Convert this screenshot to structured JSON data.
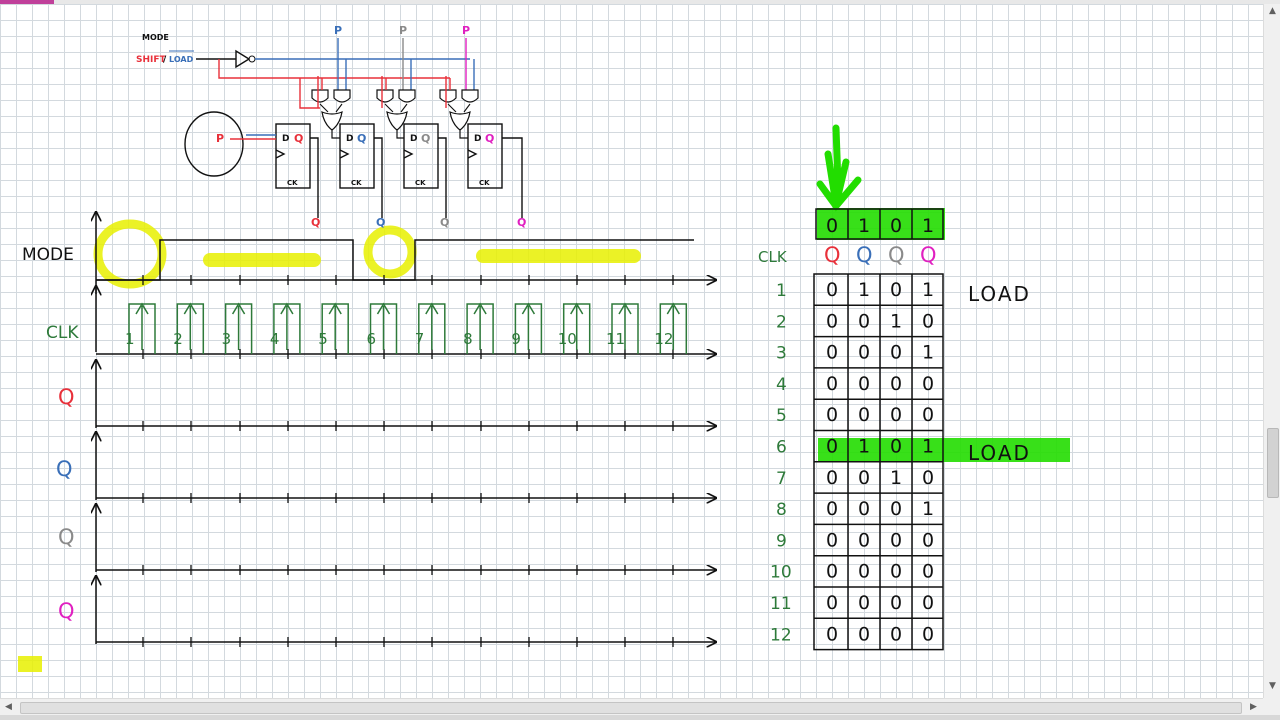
{
  "labels": {
    "mode": "MODE",
    "clk": "CLK",
    "q": "Q",
    "p": "P",
    "mode_small": "MODE",
    "shift": "SHIFT",
    "load_bar": "LOAD",
    "load_top": "LOAD",
    "load_row6": "LOAD",
    "table_clk": "CLK",
    "gate_mark": "CK"
  },
  "colors": {
    "q1": "#e8303a",
    "q2": "#3a6fb8",
    "q3": "#8a8a8a",
    "q4": "#e020c0",
    "green": "#2e7a3a",
    "highlight": "#e8f000",
    "green_hl": "#22dd00",
    "ink": "#111111"
  },
  "clock_labels": [
    "1",
    "2",
    "3",
    "4",
    "5",
    "6",
    "7",
    "8",
    "9",
    "10",
    "11",
    "12"
  ],
  "table": {
    "initial": [
      "0",
      "1",
      "0",
      "1"
    ],
    "headers": [
      "Q",
      "Q",
      "Q",
      "Q"
    ],
    "row_labels": [
      "1",
      "2",
      "3",
      "4",
      "5",
      "6",
      "7",
      "8",
      "9",
      "10",
      "11",
      "12"
    ],
    "rows": [
      [
        "0",
        "1",
        "0",
        "1"
      ],
      [
        "0",
        "0",
        "1",
        "0"
      ],
      [
        "0",
        "0",
        "0",
        "1"
      ],
      [
        "0",
        "0",
        "0",
        "0"
      ],
      [
        "0",
        "0",
        "0",
        "0"
      ],
      [
        "0",
        "1",
        "0",
        "1"
      ],
      [
        "0",
        "0",
        "1",
        "0"
      ],
      [
        "0",
        "0",
        "0",
        "1"
      ],
      [
        "0",
        "0",
        "0",
        "0"
      ],
      [
        "0",
        "0",
        "0",
        "0"
      ],
      [
        "0",
        "0",
        "0",
        "0"
      ],
      [
        "0",
        "0",
        "0",
        "0"
      ]
    ]
  },
  "icons": {
    "scroll_up": "scroll-up-arrow-icon",
    "scroll_down": "scroll-down-arrow-icon",
    "scroll_left": "scroll-left-arrow-icon",
    "scroll_right": "scroll-right-arrow-icon"
  }
}
